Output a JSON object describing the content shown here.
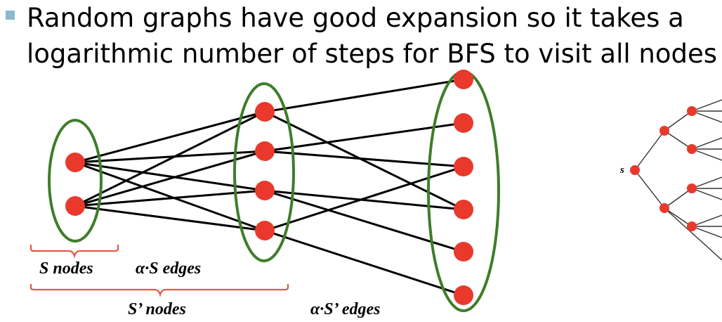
{
  "slide": {
    "bullet_line1": "Random graphs have good expansion so it takes a",
    "bullet_line2": "logarithmic number of steps for BFS to visit all nodes"
  },
  "labels": {
    "s_nodes": "S nodes",
    "alpha_s_edges": "α·S edges",
    "s_prime_nodes": "S’ nodes",
    "alpha_s_prime_edges": "α·S’ edges",
    "tree_root": "s"
  },
  "colors": {
    "node": "#e8392c",
    "ellipse": "#3f7d2a",
    "brace": "#e05a43",
    "edge": "#000000",
    "bullet": "#8db8cf"
  }
}
